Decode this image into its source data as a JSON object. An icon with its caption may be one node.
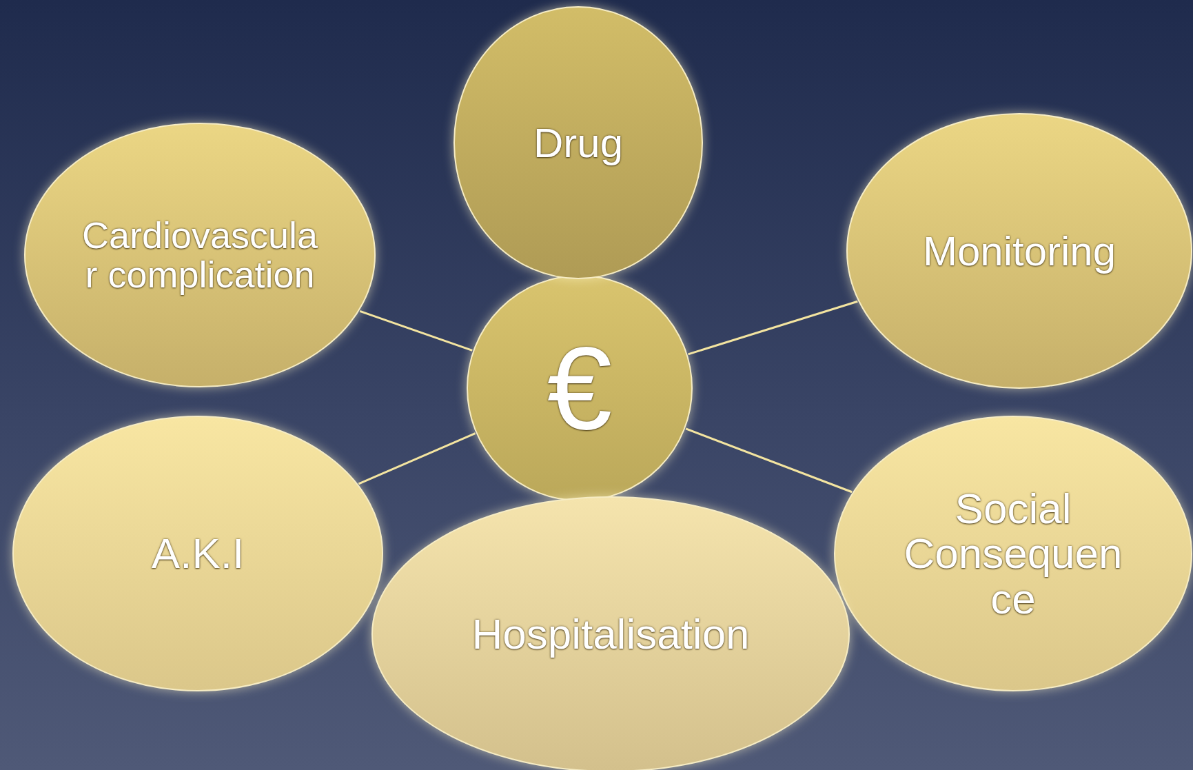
{
  "diagram": {
    "nodes": [
      {
        "text": [
          "Drug"
        ]
      },
      {
        "text": [
          "Cardiovascular complication"
        ]
      },
      {
        "text": [
          "Monitoring"
        ]
      },
      {
        "text": [
          "€"
        ]
      },
      {
        "text": [
          "A.K.I"
        ]
      },
      {
        "text": [
          "Hospitalisation"
        ]
      },
      {
        "text": [
          "Social Consequence"
        ]
      }
    ],
    "edges": [
      {
        "from": 3,
        "to": 1,
        "arrow": "none"
      },
      {
        "from": 3,
        "to": 2,
        "arrow": "none"
      },
      {
        "from": 3,
        "to": 4,
        "arrow": "none"
      },
      {
        "from": 3,
        "to": 6,
        "arrow": "none"
      }
    ]
  }
}
